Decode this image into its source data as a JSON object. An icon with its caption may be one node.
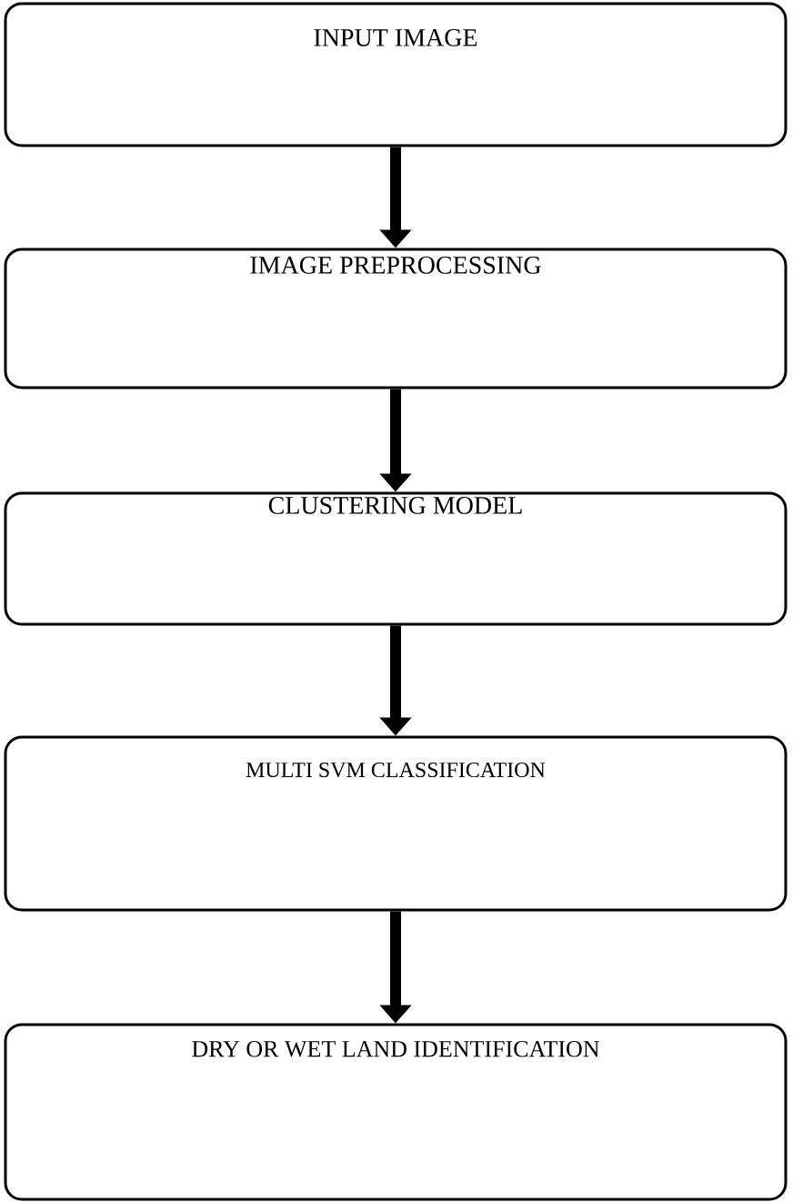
{
  "diagram": {
    "nodes": [
      {
        "text": [
          "INPUT IMAGE"
        ]
      },
      {
        "text": [
          "IMAGE PREPROCESSING"
        ]
      },
      {
        "text": [
          "CLUSTERING MODEL"
        ]
      },
      {
        "text": [
          "MULTI SVM CLASSIFICATION"
        ]
      },
      {
        "text": [
          "DRY OR WET LAND IDENTIFICATION"
        ]
      }
    ],
    "edges": [
      {
        "from": 0,
        "to": 1,
        "arrow": "to"
      },
      {
        "from": 1,
        "to": 2,
        "arrow": "to"
      },
      {
        "from": 2,
        "to": 3,
        "arrow": "to"
      },
      {
        "from": 3,
        "to": 4,
        "arrow": "to"
      }
    ]
  }
}
